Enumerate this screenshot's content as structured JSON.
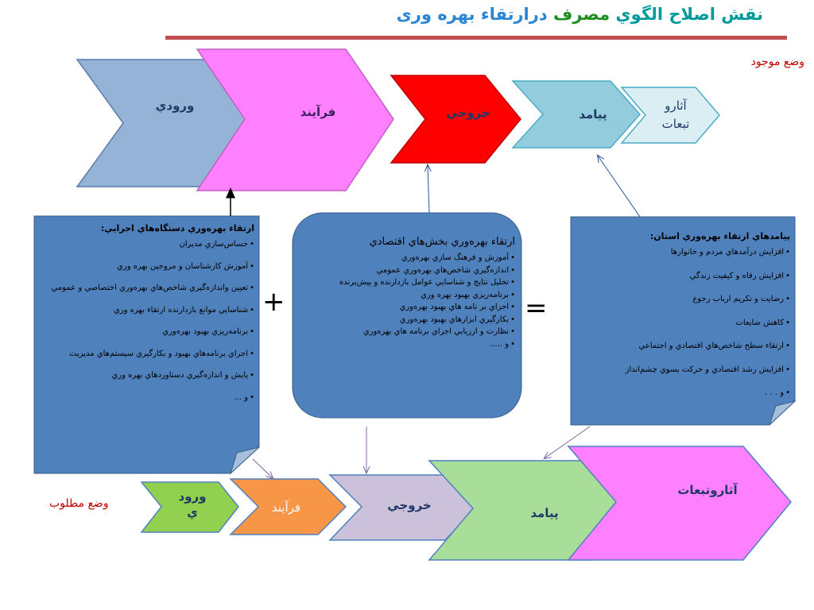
{
  "title": {
    "part1": "نقش اصلاح الگوي",
    "part2": "مصرف",
    "part3": "درارتقاء بهره وری"
  },
  "status": {
    "current": "وضع موجود",
    "desired": "وضع مطلوب"
  },
  "top_flow": {
    "input": "ورودي",
    "process": "فرآيند",
    "output": "خروجي",
    "outcome": "پيامد",
    "effects_line1": "آثارو",
    "effects_line2": "تبعات"
  },
  "bottom_flow": {
    "input_line1": "ورود",
    "input_line2": "ي",
    "process": "فرآيند",
    "output": "خروجي",
    "outcome": "پيامد",
    "effects": "آثاروتبعات"
  },
  "symbols": {
    "plus": "+",
    "equals": "="
  },
  "left_box": {
    "heading": "ارتقاء بهره‌وري دستگاه‌هاي اجرايي:",
    "items": [
      "حساس‌سازي مديران",
      "آموزش كارشناسان و مروجين بهره وري",
      "تعيين واندازه‌گيري شاخص‌هاي بهره‌وري اختصاصي و عمومي",
      "شناسايي موانع بازدارنده ارتقاء بهره وري",
      "برنامه‌ريزي بهبود بهره‌وري",
      "اجراي برنامه‌هاي بهبود و بكارگيري سيستم‌هاي مديريت",
      "پايش و اندازه‌گيري دستاوردهاي بهره وري",
      "و ..."
    ]
  },
  "center_box": {
    "heading": "ارتقاء بهره‌وري بخش‌هاي اقتصادي",
    "items": [
      "آموزش و فرهنگ سازي بهره‌وري",
      "اندازه‌گيري شاخص‌هاي بهره‌وري عمومي",
      "تحليل نتايج و شناسايي عوامل بازدارنده و پيش‌برنده",
      "برنامه‌ريزي بهبود بهره وري",
      "اجراي بر نامه هاي بهبود بهره‌وري",
      "بكارگيري ابزارهاي بهبود بهره‌وري",
      "نظارت و ارزيابي اجراي برنامه هاي بهره‌وري",
      "و ....."
    ]
  },
  "right_box": {
    "heading": "پيامدهاي ارتقاء بهره‌وري استان:",
    "items": [
      "افزايش درآمدهاي مردم و خانوارها",
      "افزايش رفاه و كيفيت زندگي",
      "رضايت و تكريم ارباب رجوع",
      "كاهش ضايعات",
      "ارتقاء سطح شاخص‌هاي اقتصادي و اجتماعي",
      "افزايش رشد اقتصادي و حركت بسوي چشم‌انداز",
      "و . . ."
    ]
  },
  "colors": {
    "input_top": "#95b3d7",
    "process_top": "#ff80ff",
    "output_top": "#ff0000",
    "outcome_top": "#93cddd",
    "effects_top": "#dbeef4",
    "input_bottom": "#92d050",
    "process_bottom": "#f79646",
    "output_bottom": "#ccc1da",
    "outcome_bottom": "#a9dd9a",
    "effects_bottom": "#ff80ff",
    "box_fill": "#4f81bd",
    "divider": "#c0504d"
  }
}
